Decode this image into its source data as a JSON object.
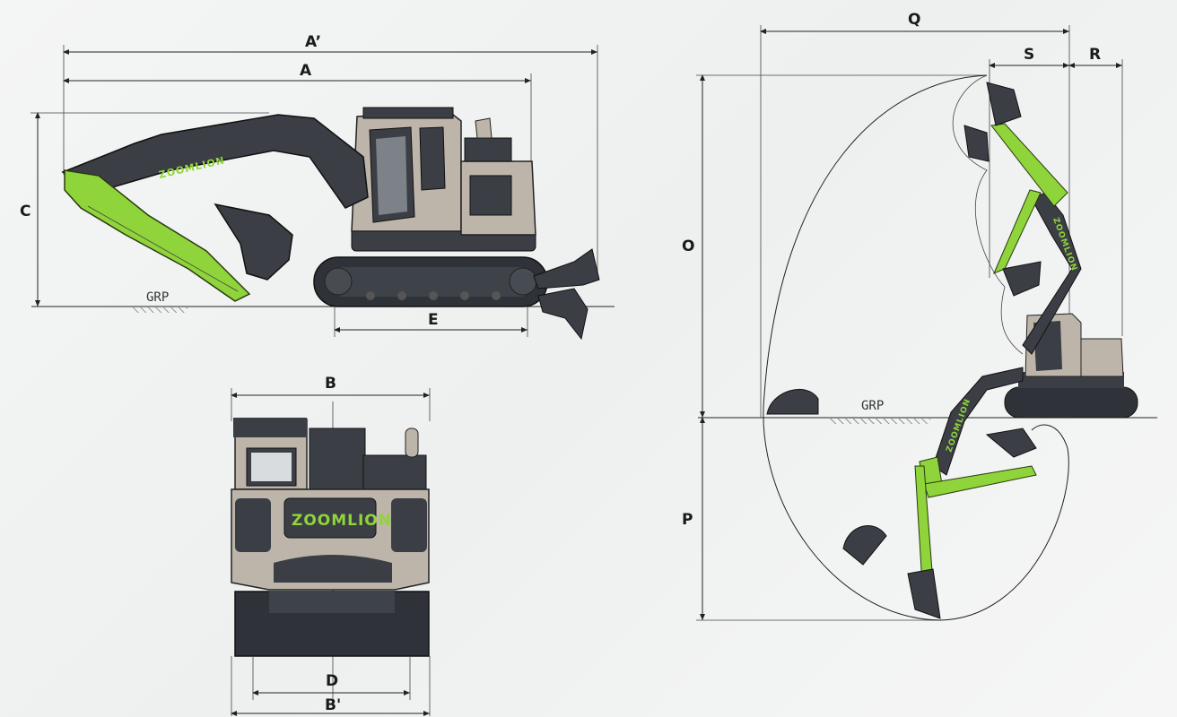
{
  "labels": {
    "a_prime": "A’",
    "a": "A",
    "c": "C",
    "e": "E",
    "b": "B",
    "d": "D",
    "b_prime": "B'",
    "q": "Q",
    "s": "S",
    "r": "R",
    "o": "O",
    "p": "P",
    "grp_side": "GRP",
    "grp_range": "GRP"
  },
  "brand": {
    "boom_text": "ZOOMLION",
    "rear_text": "ZOOMLION",
    "arm_text": "ZOOMLION",
    "range_arm_text": "ZOOMLION"
  },
  "colors": {
    "green": "#8fd43a",
    "body": "#bdb5aa",
    "dark": "#3b3e45",
    "track": "#2f3238"
  }
}
